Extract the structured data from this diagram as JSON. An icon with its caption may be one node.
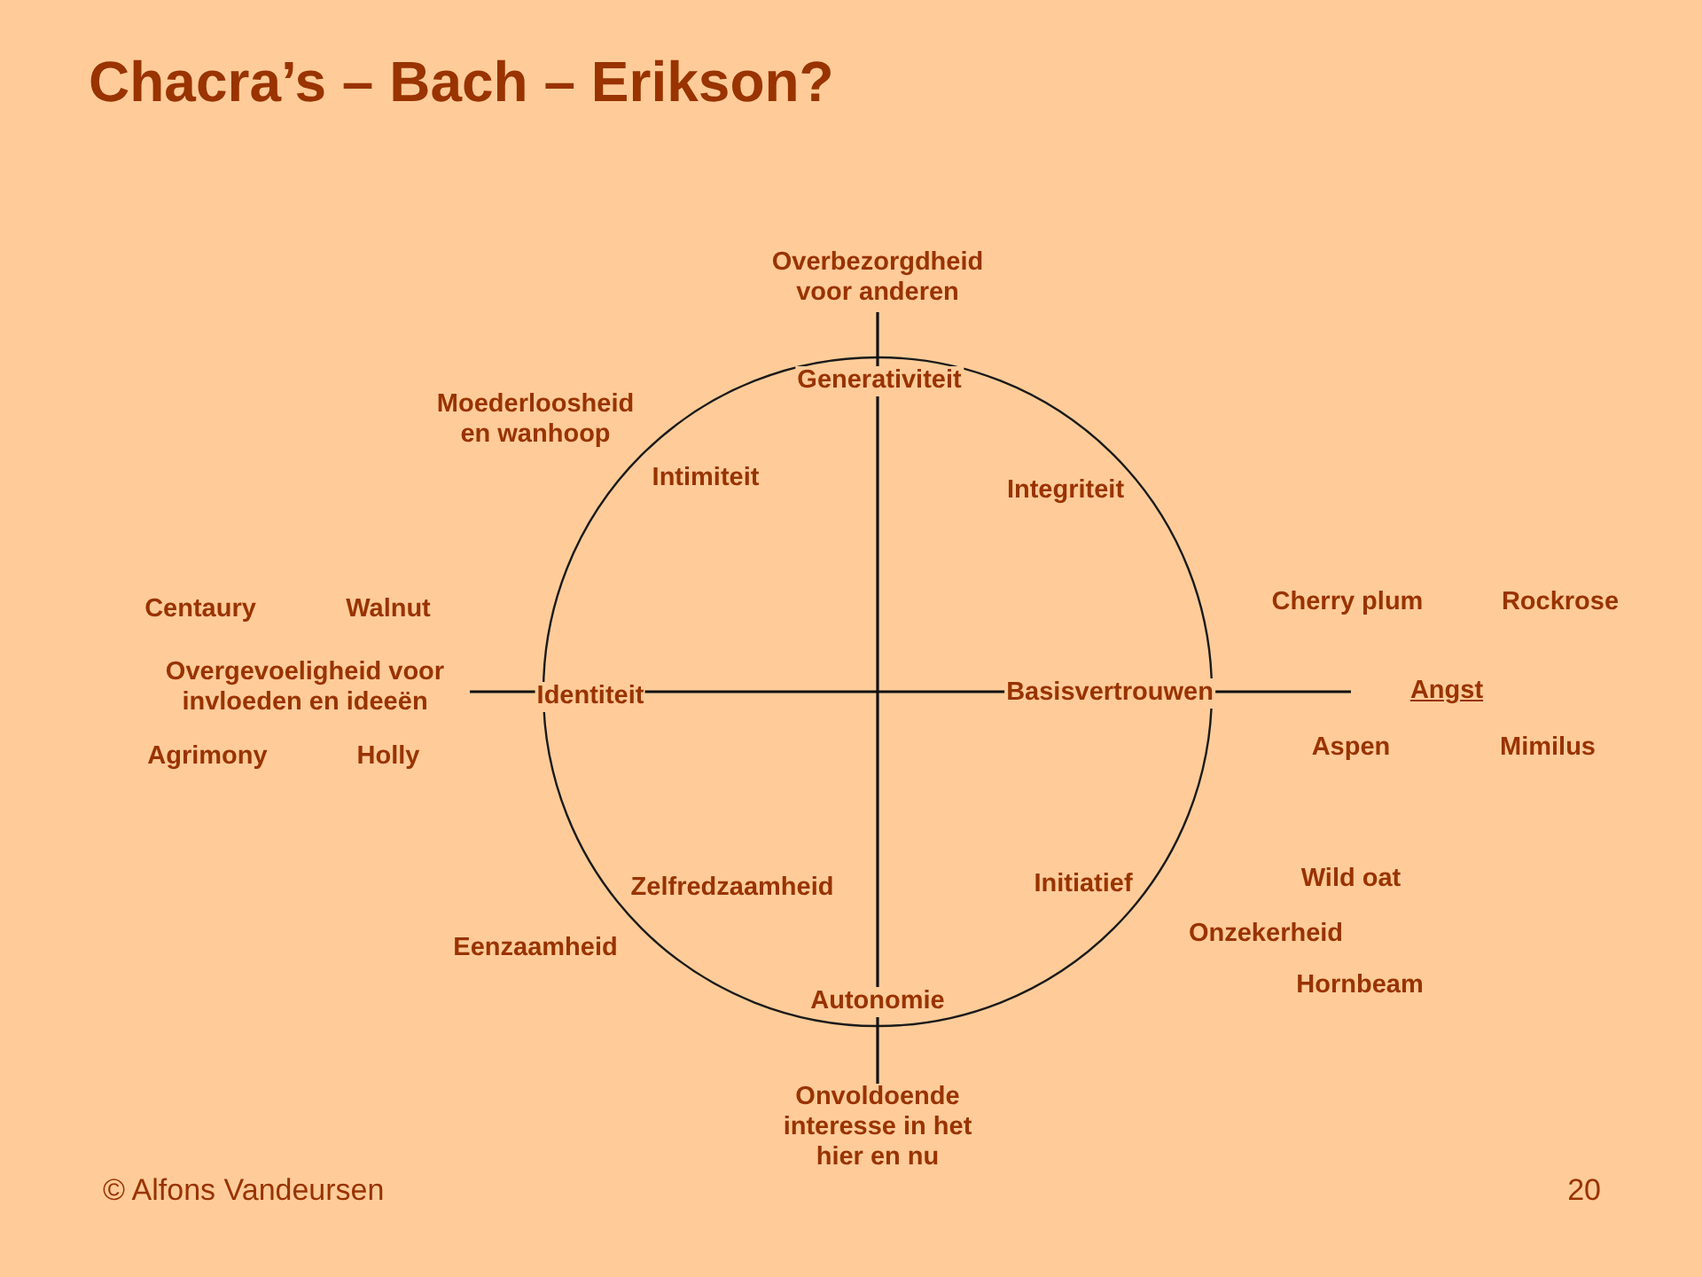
{
  "diagram": {
    "title": "Chacra’s – Bach – Erikson?",
    "labels": [
      "Overbezorgdheid voor anderen",
      "Generativiteit",
      "Moederloosheid en wanhoop",
      "Intimiteit",
      "Integriteit",
      "Centaury",
      "Walnut",
      "Cherry plum",
      "Rockrose",
      "Overgevoeligheid voor invloeden en ideeën",
      "Identiteit",
      "Basisvertrouwen",
      "Angst",
      "Agrimony",
      "Holly",
      "Aspen",
      "Mimilus",
      "Zelfredzaamheid",
      "Initiatief",
      "Wild oat",
      "Eenzaamheid",
      "Onzekerheid",
      "Autonomie",
      "Hornbeam",
      "Onvoldoende interesse in het hier en nu",
      "© Alfons Vandeursen",
      "20"
    ]
  }
}
